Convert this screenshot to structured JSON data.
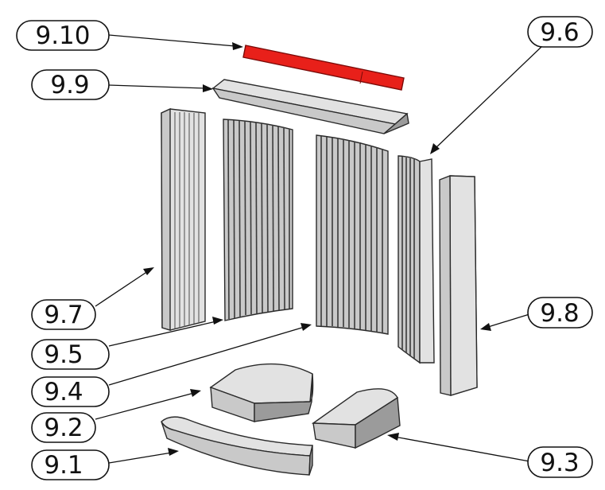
{
  "callouts": [
    {
      "id": "9.10",
      "label": "9.10"
    },
    {
      "id": "9.9",
      "label": "9.9"
    },
    {
      "id": "9.6",
      "label": "9.6"
    },
    {
      "id": "9.7",
      "label": "9.7"
    },
    {
      "id": "9.5",
      "label": "9.5"
    },
    {
      "id": "9.8",
      "label": "9.8"
    },
    {
      "id": "9.4",
      "label": "9.4"
    },
    {
      "id": "9.2",
      "label": "9.2"
    },
    {
      "id": "9.1",
      "label": "9.1"
    },
    {
      "id": "9.3",
      "label": "9.3"
    }
  ],
  "colors": {
    "highlight_part": "#e8201a",
    "part_gray": "#c9c9c9",
    "outline": "#111111"
  }
}
